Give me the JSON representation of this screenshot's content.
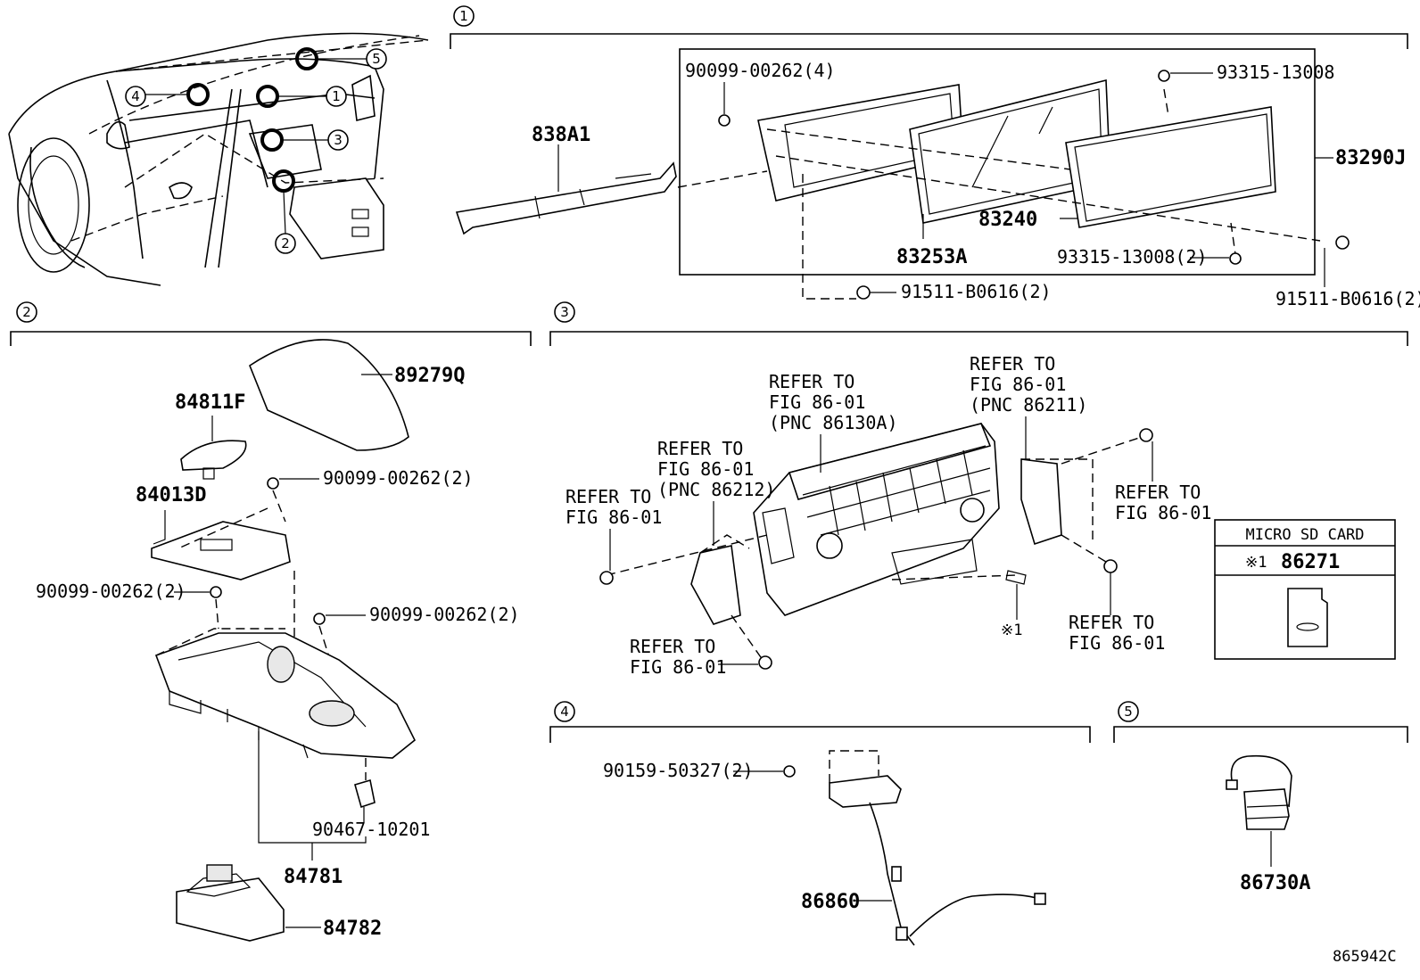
{
  "overview": {
    "callouts": [
      "1",
      "2",
      "3",
      "4",
      "5"
    ]
  },
  "section1": {
    "number": "1",
    "labels": {
      "p838A1": "838A1",
      "p90099_4": "90099-00262(4)",
      "p93315_a": "93315-13008",
      "p83290J": "83290J",
      "p83240": "83240",
      "p83253A": "83253A",
      "p93315_2": "93315-13008(2)",
      "p91511_a": "91511-B0616(2)",
      "p91511_b": "91511-B0616(2)"
    }
  },
  "section2": {
    "number": "2",
    "labels": {
      "p89279Q": "89279Q",
      "p84811F": "84811F",
      "p84013D": "84013D",
      "p90099_a": "90099-00262(2)",
      "p90099_b": "90099-00262(2)",
      "p90099_c": "90099-00262(2)",
      "p90467": "90467-10201",
      "p84781": "84781",
      "p84782": "84782"
    }
  },
  "section3": {
    "number": "3",
    "refer_a": [
      "REFER TO",
      "FIG 86-01",
      "(PNC 86130A)"
    ],
    "refer_b": [
      "REFER TO",
      "FIG 86-01",
      "(PNC 86211)"
    ],
    "refer_c": [
      "REFER TO",
      "FIG 86-01",
      "(PNC 86212)"
    ],
    "refer_d": [
      "REFER TO",
      "FIG 86-01"
    ],
    "refer_e": [
      "REFER TO",
      "FIG 86-01"
    ],
    "refer_f": [
      "REFER TO",
      "FIG 86-01"
    ],
    "refer_g": [
      "REFER TO",
      "FIG 86-01"
    ],
    "note_mark": "※1",
    "sd_box": {
      "title": "MICRO SD CARD",
      "mark": "※1",
      "part": "86271"
    }
  },
  "section4": {
    "number": "4",
    "labels": {
      "p90159": "90159-50327(2)",
      "p86860": "86860"
    }
  },
  "section5": {
    "number": "5",
    "labels": {
      "p86730A": "86730A"
    }
  },
  "figure_id": "865942C"
}
